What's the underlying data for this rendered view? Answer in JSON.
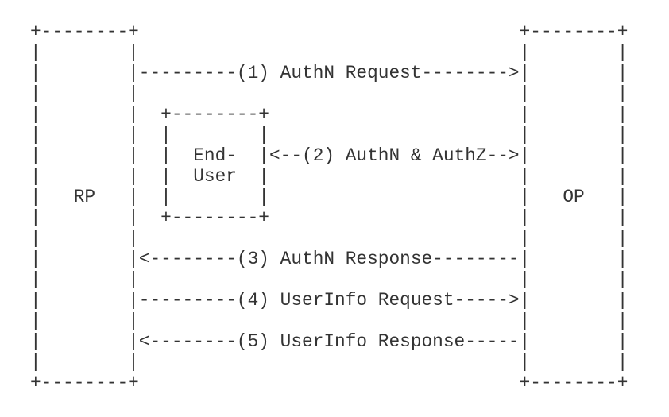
{
  "page": {
    "background_color": "#ffffff",
    "text_color": "#333333"
  },
  "diagram": {
    "type": "ascii-sequence-diagram",
    "nodes": [
      {
        "id": "rp",
        "label": "RP"
      },
      {
        "id": "end-user",
        "label_line1": "End-",
        "label_line2": "User"
      },
      {
        "id": "op",
        "label": "OP"
      }
    ],
    "steps": [
      {
        "label": "(1) AuthN Request",
        "arrow": "-------->",
        "direction": "RP to OP"
      },
      {
        "label": "(2) AuthN & AuthZ",
        "arrow": "<-- -->",
        "direction": "End-User and OP (bidirectional)"
      },
      {
        "label": "(3) AuthN Response",
        "arrow": "<--------",
        "direction": "OP to RP"
      },
      {
        "label": "(4) UserInfo Request",
        "arrow": "----->",
        "direction": "RP to OP"
      },
      {
        "label": "(5) UserInfo Response",
        "arrow": "<--------",
        "direction": "OP to RP"
      }
    ],
    "lines": [
      "+--------+                                   +--------+",
      "|        |                                   |        |",
      "|        |---------(1) AuthN Request-------->|        |",
      "|        |                                   |        |",
      "|        |  +--------+                       |        |",
      "|        |  |        |                       |        |",
      "|        |  |  End-  |<--(2) AuthN & AuthZ-->|        |",
      "|        |  |  User  |                       |        |",
      "|   RP   |  |        |                       |   OP   |",
      "|        |  +--------+                       |        |",
      "|        |                                   |        |",
      "|        |<--------(3) AuthN Response--------|        |",
      "|        |                                   |        |",
      "|        |---------(4) UserInfo Request----->|        |",
      "|        |                                   |        |",
      "|        |<--------(5) UserInfo Response-----|        |",
      "|        |                                   |        |",
      "+--------+                                   +--------+"
    ]
  }
}
